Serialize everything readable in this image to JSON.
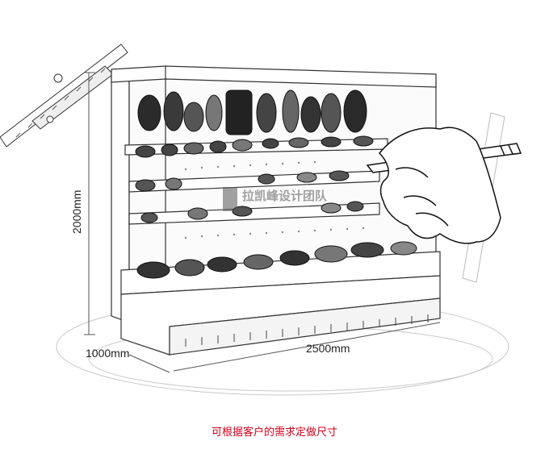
{
  "dimensions": {
    "height": "2000mm",
    "depth": "1000mm",
    "width": "2500mm"
  },
  "watermark": "拉凯峰设计团队",
  "caption": "可根据客户的需求定做尺寸",
  "colors": {
    "caption": "#d0021b",
    "line": "#333333",
    "background": "#ffffff"
  },
  "icons": [
    "ruler-icon",
    "hand-with-pencil-icon",
    "vegetables-icon"
  ]
}
